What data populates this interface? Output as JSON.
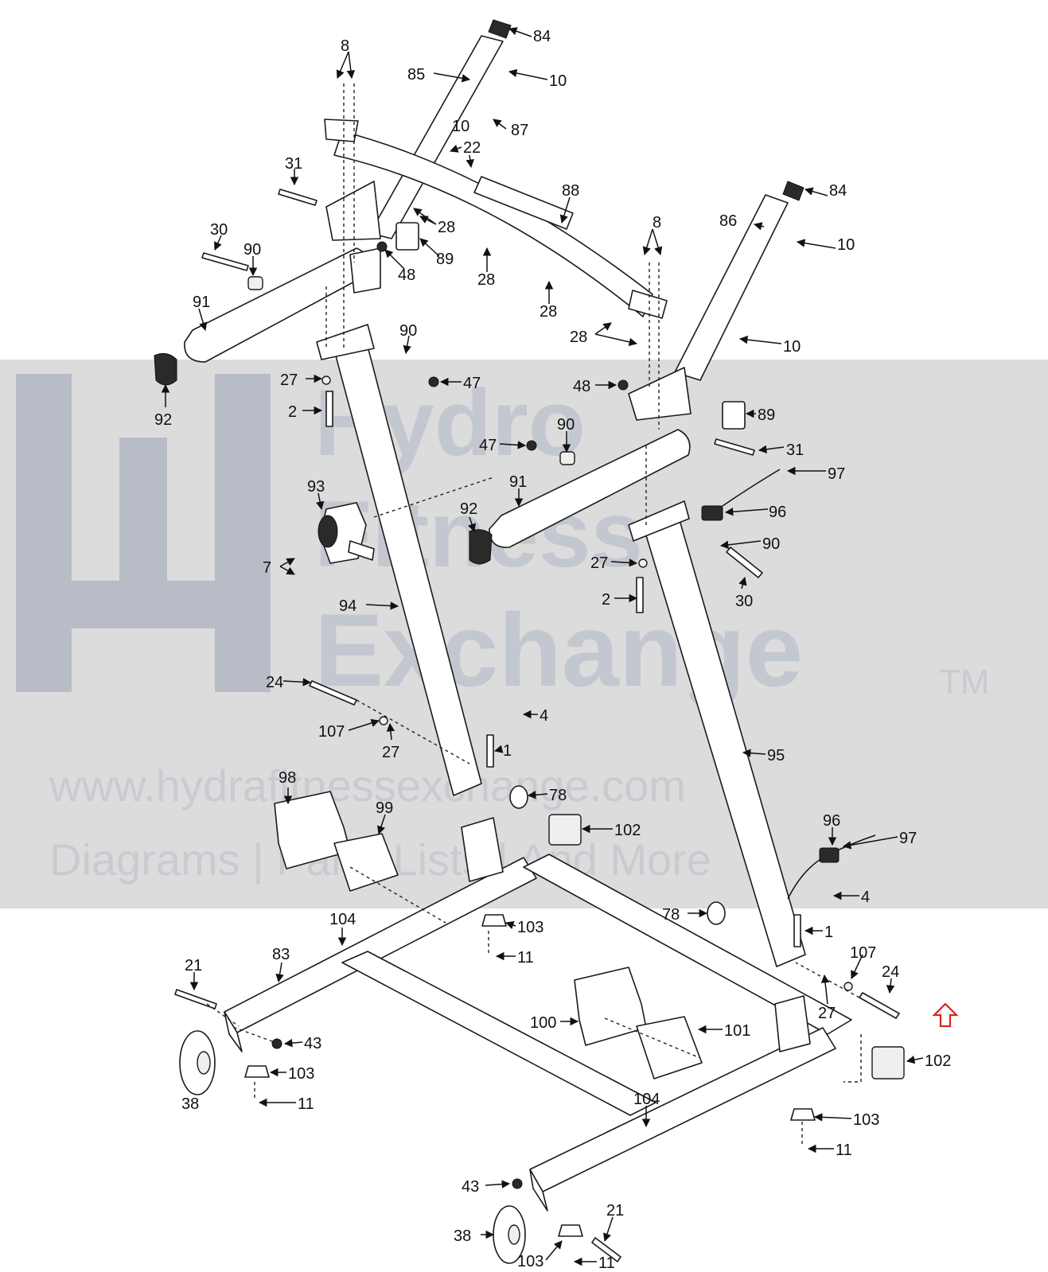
{
  "watermark": {
    "line1": "Hydro",
    "line2": "Fitness",
    "line3": "Exchange",
    "trademark": "TM",
    "url": "www.hydrafitnessexchange.com",
    "tagline": "Diagrams | Parts Lists | And More"
  },
  "colors": {
    "watermark_band": "#dcdcdc",
    "watermark_text": "#c3c7d0",
    "line_art": "#1a1a1a",
    "highlight_arrow": "#d8261c"
  },
  "highlighted_part": "102",
  "callouts": [
    "84",
    "85",
    "10",
    "8",
    "87",
    "22",
    "88",
    "31",
    "28",
    "30",
    "90",
    "48",
    "89",
    "91",
    "92",
    "86",
    "27",
    "2",
    "47",
    "93",
    "7",
    "94",
    "96",
    "97",
    "24",
    "107",
    "4",
    "1",
    "78",
    "95",
    "98",
    "99",
    "102",
    "103",
    "11",
    "104",
    "83",
    "21",
    "43",
    "38",
    "100",
    "101"
  ]
}
